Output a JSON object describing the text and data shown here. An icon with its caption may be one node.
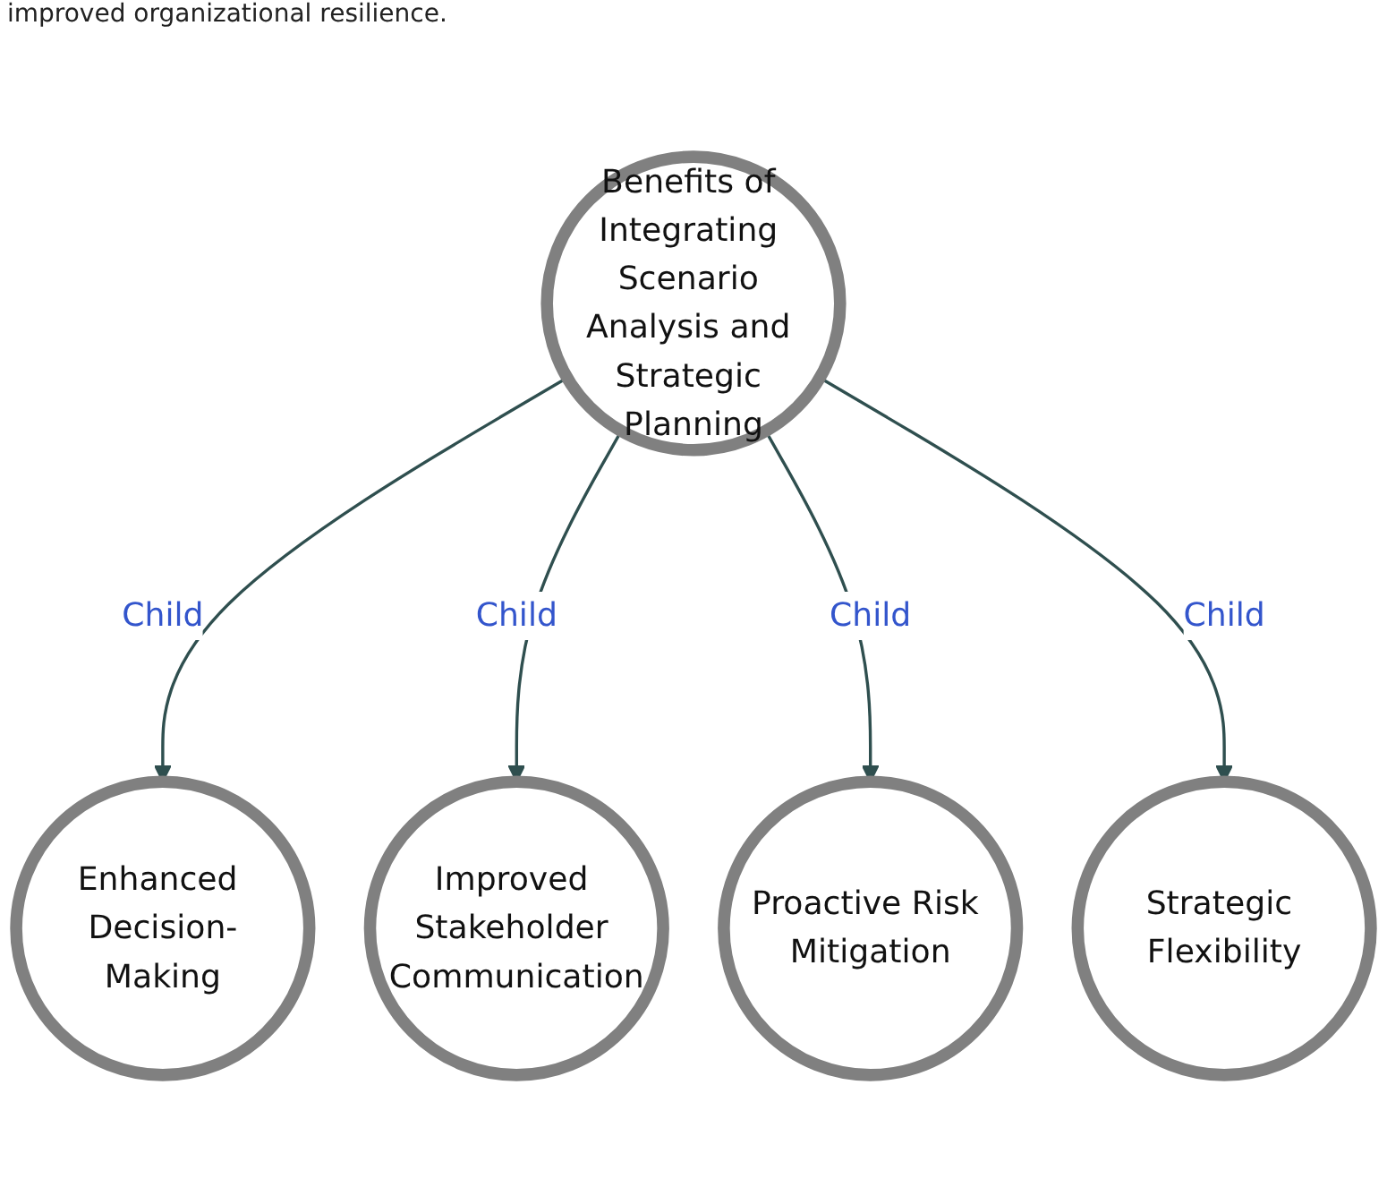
{
  "diagram": {
    "nodes": [
      {
        "text": [
          "Benefits of Integrating Scenario Analysis and Strategic Planning"
        ]
      },
      {
        "text": [
          "Enhanced Decision-Making"
        ]
      },
      {
        "text": [
          "Improved Stakeholder Communication"
        ]
      },
      {
        "text": [
          "Proactive Risk Mitigation"
        ]
      },
      {
        "text": [
          "Strategic Flexibility"
        ]
      }
    ],
    "edges": [
      {
        "from": 0,
        "to": 1,
        "arrow": "to",
        "label": "Child"
      },
      {
        "from": 0,
        "to": 2,
        "arrow": "to",
        "label": "Child"
      },
      {
        "from": 0,
        "to": 3,
        "arrow": "to",
        "label": "Child"
      },
      {
        "from": 0,
        "to": 4,
        "arrow": "to",
        "label": "Child"
      }
    ],
    "labels": [
      "improved organizational resilience."
    ]
  }
}
